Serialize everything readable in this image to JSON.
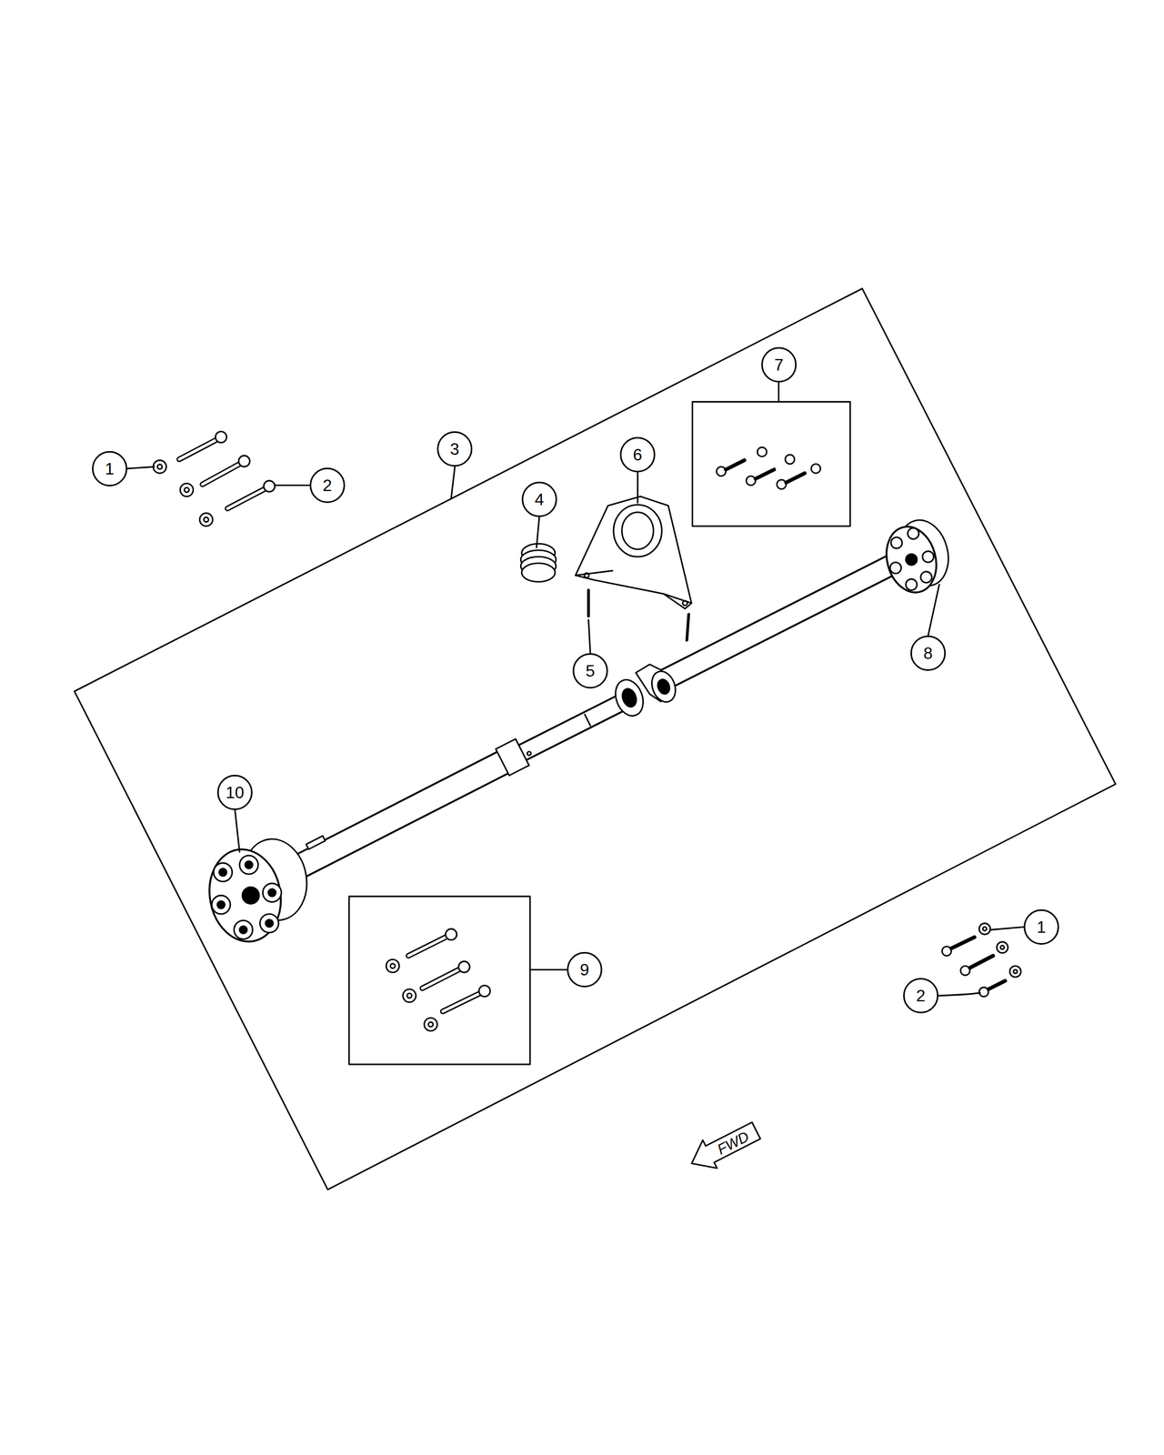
{
  "diagram": {
    "nodes": [
      {
        "text": [
          "7"
        ]
      },
      {
        "text": [
          "3"
        ]
      },
      {
        "text": [
          "6"
        ]
      },
      {
        "text": [
          "1"
        ]
      },
      {
        "text": [
          "2"
        ]
      },
      {
        "text": [
          "4"
        ]
      },
      {
        "text": [
          "8"
        ]
      },
      {
        "text": [
          "5"
        ]
      },
      {
        "text": [
          "10"
        ]
      },
      {
        "text": [
          "1"
        ]
      },
      {
        "text": [
          "9"
        ]
      },
      {
        "text": [
          "2"
        ]
      }
    ],
    "labels": [
      "FWD"
    ]
  }
}
